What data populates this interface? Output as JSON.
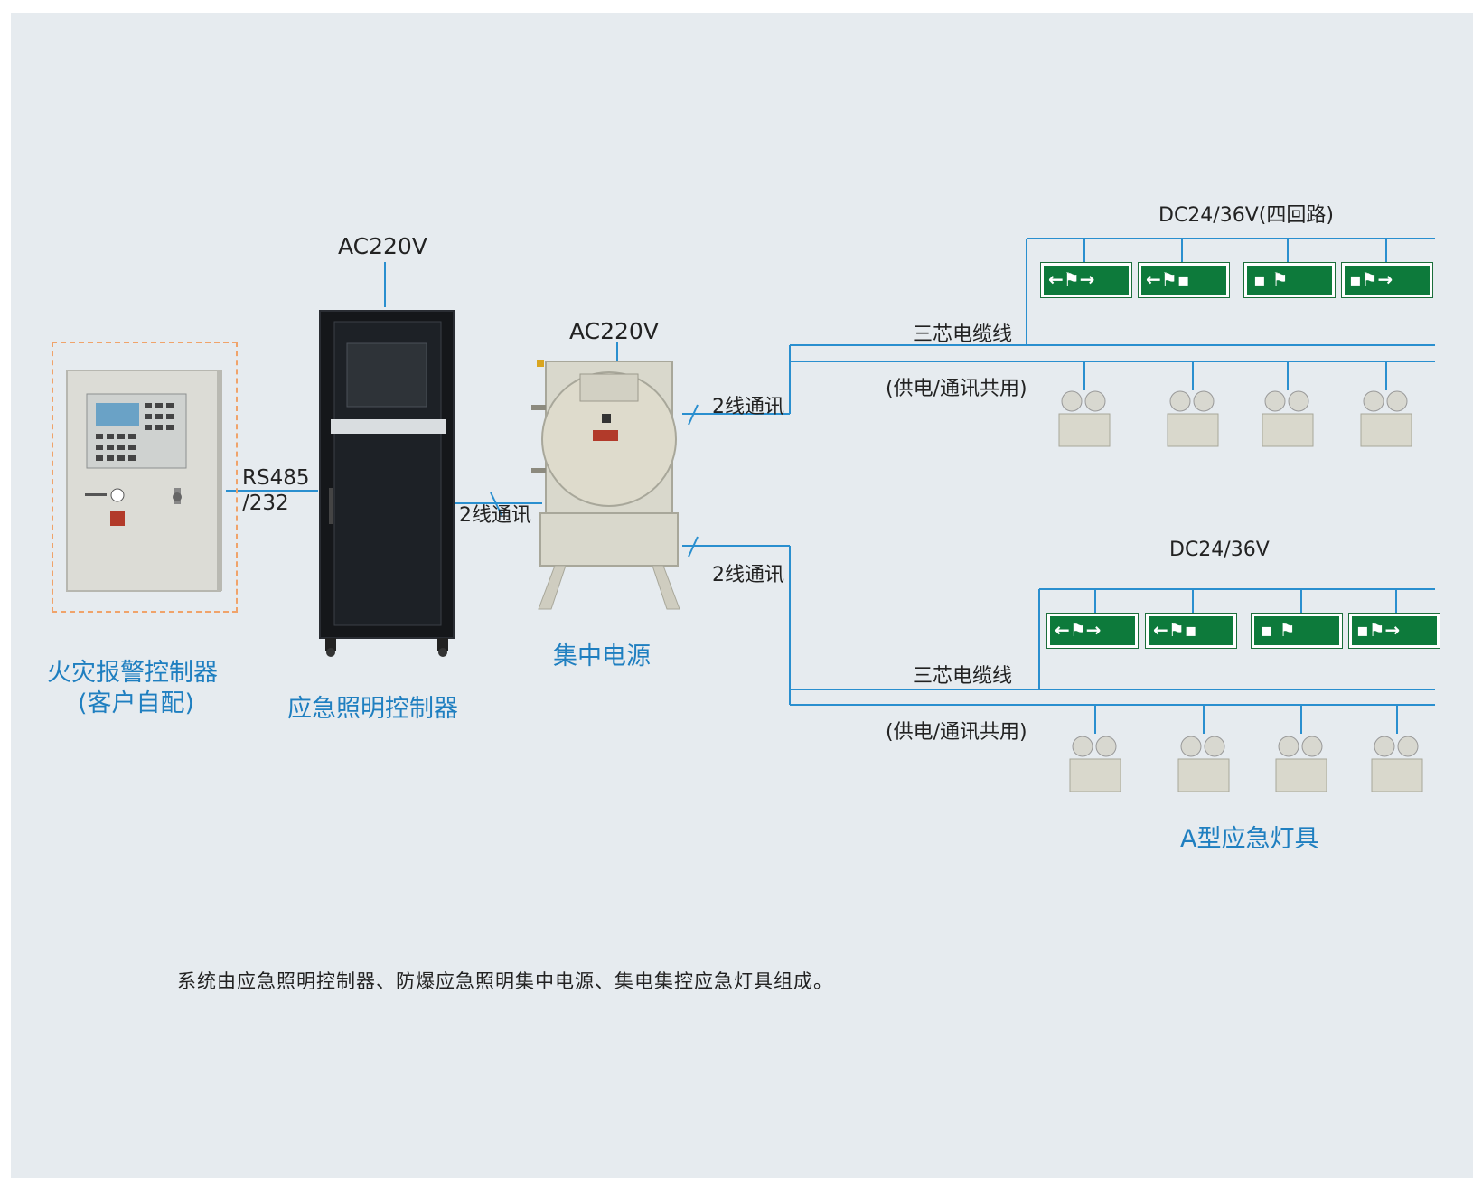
{
  "labels": {
    "ac_top": "AC220V",
    "ac_mid": "AC220V",
    "rs485_line1": "RS485",
    "rs485_line2": "/232",
    "comm_controller": "2线通讯",
    "comm_top": "2线通讯",
    "comm_bottom": "2线通讯",
    "dc_top": "DC24/36V(四回路)",
    "dc_bottom": "DC24/36V",
    "cable_top": "三芯电缆线",
    "cable_bottom": "三芯电缆线",
    "shared_top": "(供电/通讯共用)",
    "shared_bottom": "(供电/通讯共用)"
  },
  "devices": {
    "fire_alarm_line1": "火灾报警控制器",
    "fire_alarm_line2": "(客户自配)",
    "controller": "应急照明控制器",
    "power_supply": "集中电源",
    "lamps": "A型应急灯具"
  },
  "caption": "系统由应急照明控制器、防爆应急照明集中电源、集电集控应急灯具组成。",
  "colors": {
    "wire": "#2a8fcf",
    "title_blue": "#1f7fc0",
    "sign_green": "#0d7a3b",
    "dash": "#f0a36a"
  },
  "icons": [
    "exit-sign-icon",
    "emergency-lamp-icon"
  ]
}
